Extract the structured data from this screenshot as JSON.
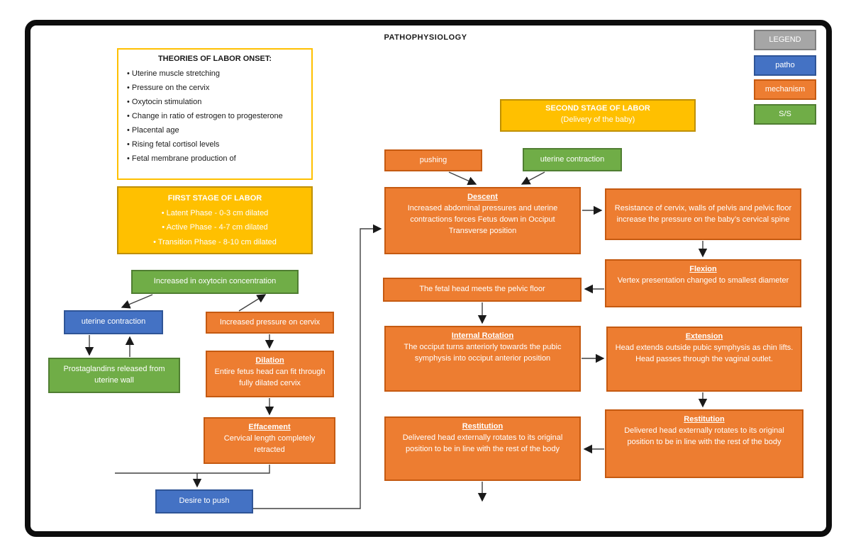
{
  "title": "PATHOPHYSIOLOGY",
  "colors": {
    "patho_blue": "#4472C4",
    "mechanism_orange": "#ED7D31",
    "ss_green": "#70AD47",
    "stage_yellow": "#FFC000",
    "legend_gray": "#A6A6A6"
  },
  "legend": {
    "header": "LEGEND",
    "items": [
      {
        "label": "patho"
      },
      {
        "label": "mechanism"
      },
      {
        "label": "S/S"
      }
    ]
  },
  "theories": {
    "title": "THEORIES OF LABOR ONSET:",
    "bullets": [
      "Uterine muscle stretching",
      "Pressure on the cervix",
      "Oxytocin stimulation",
      "Change in ratio of estrogen to progesterone",
      "Placental age",
      "Rising fetal cortisol levels",
      "Fetal membrane production of"
    ]
  },
  "first_stage": {
    "title": "FIRST STAGE OF LABOR",
    "bullets": [
      "Latent Phase - 0-3 cm dilated",
      "Active Phase - 4-7 cm dilated",
      "Transition Phase - 8-10 cm dilated"
    ]
  },
  "second_stage": {
    "title": "SECOND STAGE OF LABOR",
    "subtitle": "(Delivery of the baby)"
  },
  "left_flow": {
    "oxytocin": "Increased in oxytocin concentration",
    "uterine_contraction": "uterine contraction",
    "pressure_cervix": "Increased pressure on cervix",
    "prostaglandins": "Prostaglandins released from uterine wall",
    "dilation_title": "Dilation",
    "dilation_body": "Entire fetus head can fit through fully dilated cervix",
    "effacement_title": "Effacement",
    "effacement_body": "Cervical length completely retracted",
    "desire_to_push": "Desire to push"
  },
  "right_flow": {
    "pushing": "pushing",
    "uterine_contraction": "uterine contraction",
    "descent_title": "Descent",
    "descent_body": "Increased abdominal pressures and uterine contractions forces Fetus down in Occiput Transverse position",
    "resistance": "Resistance of cervix, walls of pelvis and pelvic floor increase the pressure on the baby’s cervical spine",
    "flexion_title": "Flexion",
    "flexion_body": "Vertex presentation changed to smallest diameter",
    "fetal_head": "The fetal head meets the pelvic floor",
    "internal_rotation_title": "Internal Rotation",
    "internal_rotation_body": "The occiput turns anteriorly towards the pubic symphysis into occiput anterior position",
    "extension_title": "Extension",
    "extension_body": "Head extends outside pubic symphysis as chin lifts. Head passes through the vaginal outlet.",
    "restitution_right_title": "Restitution",
    "restitution_right_body": "Delivered head externally rotates to its original position to be in line with the rest of the body",
    "restitution_left_title": "Restitution",
    "restitution_left_body": "Delivered head externally rotates to its original position to be in line with the rest of the body"
  }
}
